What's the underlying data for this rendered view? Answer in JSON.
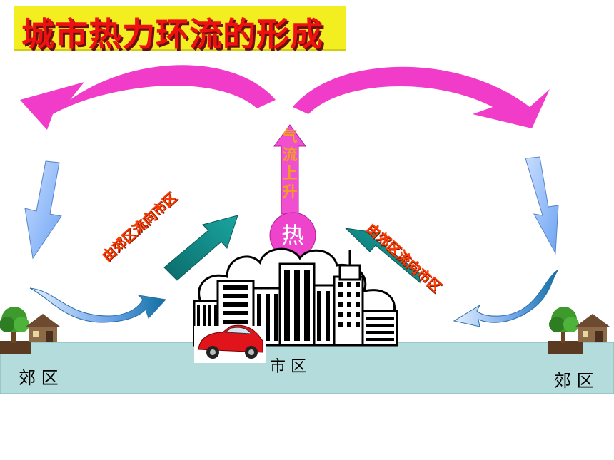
{
  "title": "城市热力环流的形成",
  "labels": {
    "suburb_left": "郊 区",
    "city": "市 区",
    "suburb_right": "郊 区",
    "heat": "热",
    "rising_air": "气流上升",
    "flow_left": "由郊区流向市区",
    "flow_right": "由郊区流向市区"
  },
  "colors": {
    "title_bg": "#f2ee1f",
    "title_text": "#ee1111",
    "upper_flow": "#f03cc8",
    "sinking_flow": "#8ab8f8",
    "inflow_arrow": "#10908a",
    "ground": "#b4dcdc",
    "heat_circle": "#ee44cc",
    "rise_arrow": "#f050d0"
  }
}
